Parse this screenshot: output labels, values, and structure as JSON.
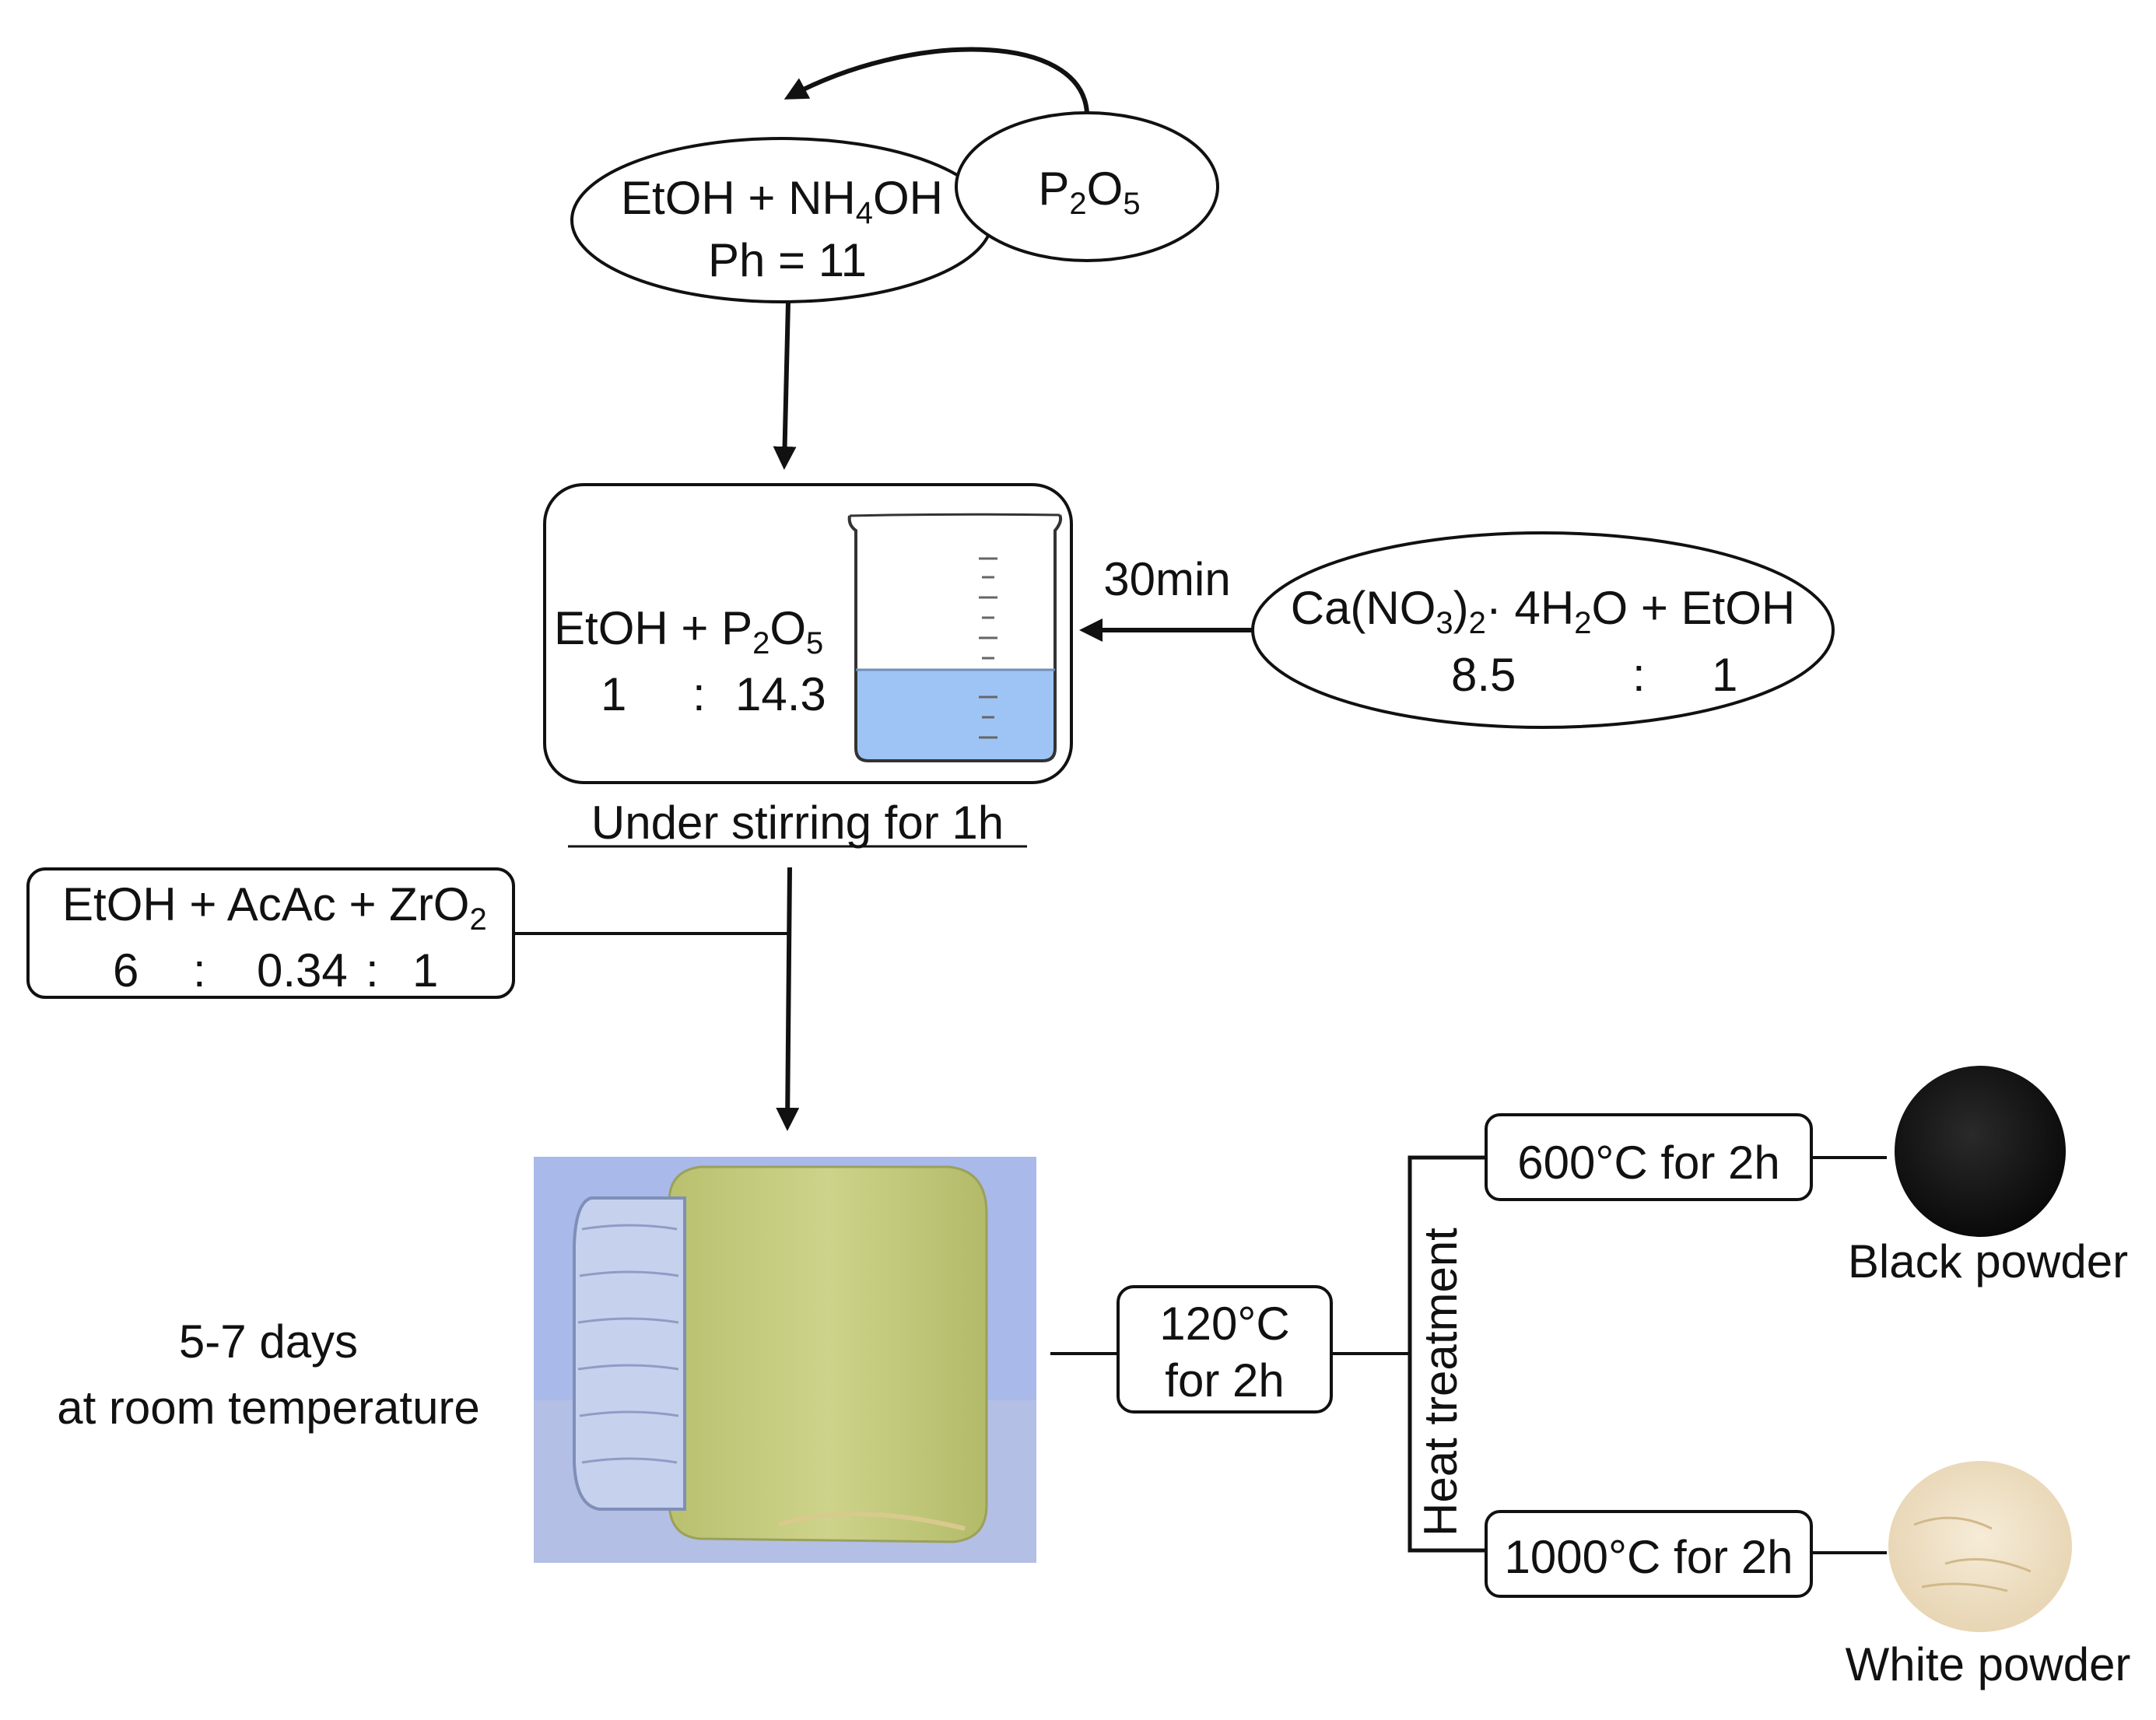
{
  "top": {
    "ellipse1": {
      "line1": {
        "a": "EtOH + NH",
        "sub": "4",
        "b": "OH"
      },
      "line2": "Ph = 11"
    },
    "ellipse2": {
      "p": "P",
      "sub1": "2",
      "o": "O",
      "sub2": "5"
    }
  },
  "mix": {
    "line1": {
      "a": "EtOH + P",
      "sub1": "2",
      "b": "O",
      "sub2": "5"
    },
    "ratio_a": "1",
    "colon": ":",
    "ratio_b": "14.3",
    "caption": "Under stirring for 1h"
  },
  "calcium": {
    "time": "30min",
    "line1": {
      "a": "Ca(NO",
      "sub1": "3",
      "b": ")",
      "sub2": "2",
      "c": "· 4H",
      "sub3": "2",
      "d": "O + EtOH"
    },
    "ratio_a": "8.5",
    "colon": ":",
    "ratio_b": "1"
  },
  "zirconia": {
    "line1": {
      "a": "EtOH + AcAc + ZrO",
      "sub": "2"
    },
    "r1": "6",
    "c1": ":",
    "r2": "0.34",
    "c2": ":",
    "r3": "1"
  },
  "aging": {
    "line1": "5-7 days",
    "line2": "at room temperature"
  },
  "drying": {
    "line1": "120°C",
    "line2": "for 2h"
  },
  "heat": {
    "label": "Heat treatment",
    "low": "600°C for 2h",
    "high": "1000°C for 2h",
    "black": "Black powder",
    "white": "White powder"
  },
  "colors": {
    "liquid": "#9ec4f5",
    "gel": "#c7cd82",
    "jar_bg": "#a9b9ea",
    "black_powder": "#141414",
    "white_powder": "#f1e3c8"
  }
}
